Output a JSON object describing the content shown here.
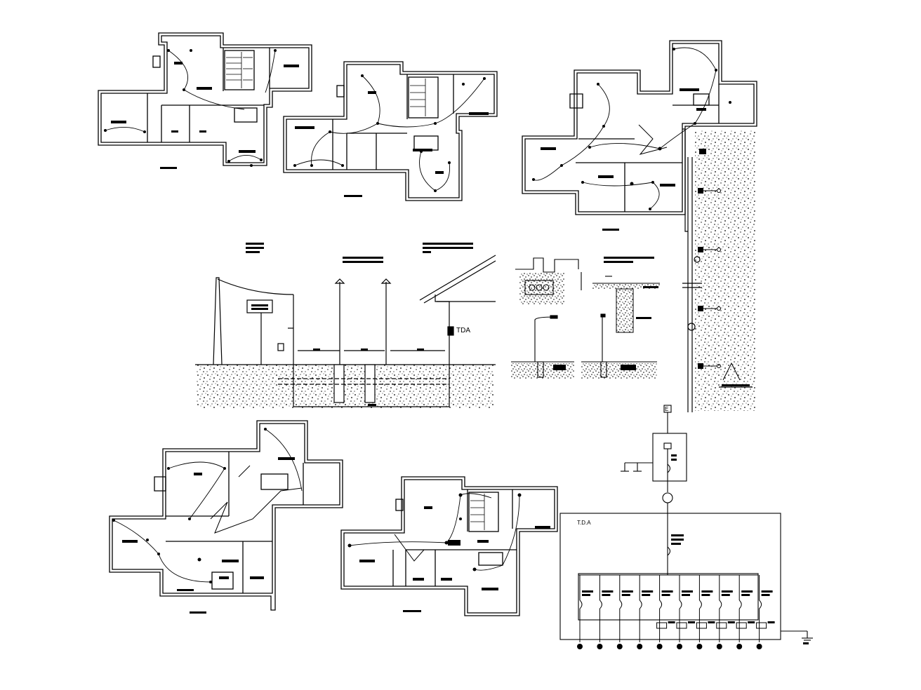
{
  "drawing": {
    "labels": {
      "tda_section": "TDA",
      "tda_panel": "T.D.A",
      "meter_letter": "E"
    },
    "colors": {
      "line": "#000000",
      "background": "#ffffff"
    }
  }
}
